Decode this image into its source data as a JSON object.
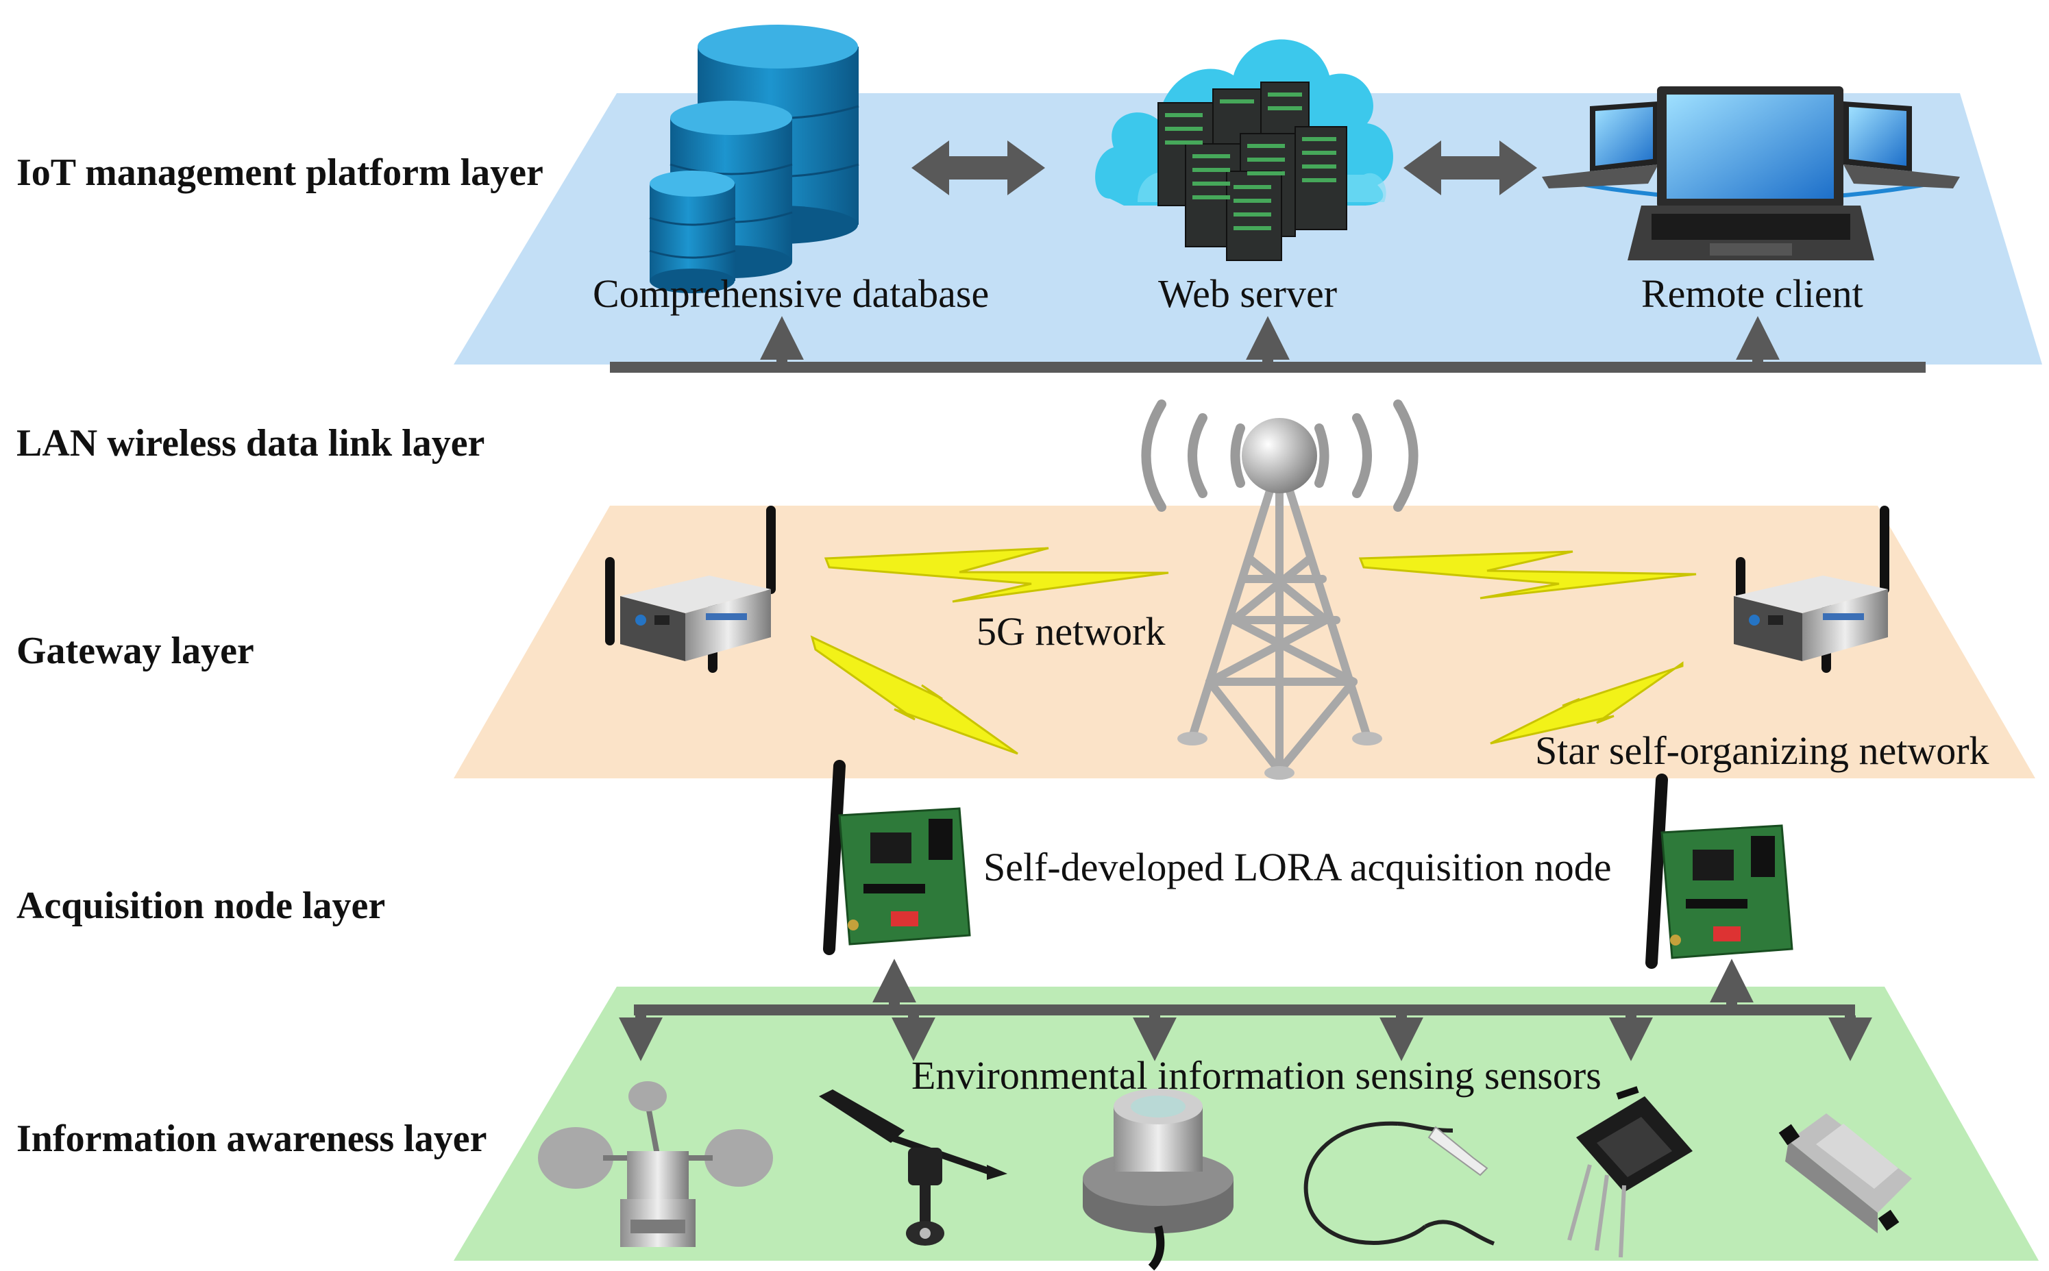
{
  "layers": {
    "iot_platform": "IoT management platform layer",
    "lan_link": "LAN wireless data link layer",
    "gateway": "Gateway layer",
    "acquisition": "Acquisition node layer",
    "awareness": "Information awareness layer"
  },
  "captions": {
    "database": "Comprehensive database",
    "web_server": "Web server",
    "remote_client": "Remote client",
    "network_5g": "5G network",
    "star_network": "Star self-organizing network",
    "lora_node": "Self-developed LORA acquisition node",
    "sensors": "Environmental information sensing sensors"
  },
  "colors": {
    "iot_plane": "#c3dff6",
    "gateway_plane": "#fbe3c8",
    "sensor_plane": "#bdebb6",
    "connector": "#595959",
    "lightning": "#f2f218",
    "database": "#1a86c0",
    "cloud": "#3cc8ec",
    "board": "#2e7a3a"
  },
  "icons": [
    "database-icon",
    "server-rack-icon",
    "cloud-icon",
    "laptop-icon",
    "gateway-router-icon",
    "cell-tower-icon",
    "lightning-icon",
    "lora-board-icon",
    "anemometer-icon",
    "wind-vane-icon",
    "light-sensor-icon",
    "temperature-probe-icon",
    "soil-moisture-sensor-icon",
    "co2-sensor-icon"
  ]
}
